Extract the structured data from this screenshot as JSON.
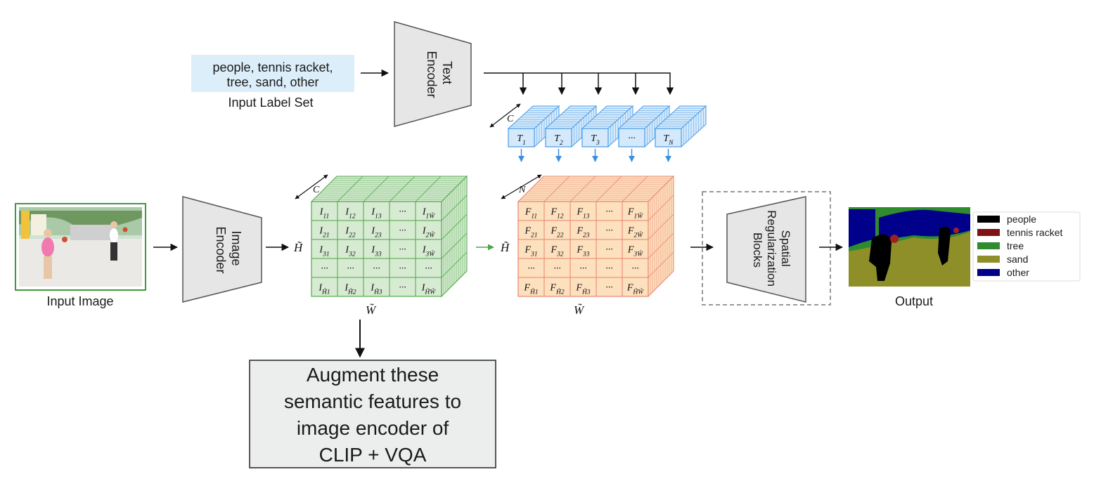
{
  "input_label_set": {
    "lines": [
      "people, tennis racket,",
      "tree, sand, other"
    ],
    "caption": "Input Label Set"
  },
  "text_encoder": {
    "lines": [
      "Text",
      "Encoder"
    ]
  },
  "image_encoder": {
    "lines": [
      "Image",
      "Encoder"
    ]
  },
  "input_image": {
    "caption": "Input Image"
  },
  "text_embeddings": {
    "dim_label": "C",
    "tokens": [
      {
        "base": "T",
        "sub": "1"
      },
      {
        "base": "T",
        "sub": "2"
      },
      {
        "base": "T",
        "sub": "3"
      },
      {
        "base": "···",
        "sub": ""
      },
      {
        "base": "T",
        "sub": "N"
      }
    ]
  },
  "image_features": {
    "depth_label": "C",
    "height_label": "H̃",
    "width_label": "W̃",
    "rows": [
      [
        {
          "b": "I",
          "s": "11"
        },
        {
          "b": "I",
          "s": "12"
        },
        {
          "b": "I",
          "s": "13"
        },
        {
          "b": "···",
          "s": ""
        },
        {
          "b": "I",
          "s": "1W̃"
        }
      ],
      [
        {
          "b": "I",
          "s": "21"
        },
        {
          "b": "I",
          "s": "22"
        },
        {
          "b": "I",
          "s": "23"
        },
        {
          "b": "···",
          "s": ""
        },
        {
          "b": "I",
          "s": "2W̃"
        }
      ],
      [
        {
          "b": "I",
          "s": "31"
        },
        {
          "b": "I",
          "s": "32"
        },
        {
          "b": "I",
          "s": "33"
        },
        {
          "b": "···",
          "s": ""
        },
        {
          "b": "I",
          "s": "3W̃"
        }
      ],
      [
        {
          "b": "···",
          "s": ""
        },
        {
          "b": "···",
          "s": ""
        },
        {
          "b": "···",
          "s": ""
        },
        {
          "b": "···",
          "s": ""
        },
        {
          "b": "···",
          "s": ""
        }
      ],
      [
        {
          "b": "I",
          "s": "H̃1"
        },
        {
          "b": "I",
          "s": "H̃2"
        },
        {
          "b": "I",
          "s": "H̃3"
        },
        {
          "b": "···",
          "s": ""
        },
        {
          "b": "I",
          "s": "H̃W̃"
        }
      ]
    ]
  },
  "fused_features": {
    "depth_label": "N",
    "height_label": "H̃",
    "width_label": "W̃",
    "rows": [
      [
        {
          "b": "F",
          "s": "11"
        },
        {
          "b": "F",
          "s": "12"
        },
        {
          "b": "F",
          "s": "13"
        },
        {
          "b": "···",
          "s": ""
        },
        {
          "b": "F",
          "s": "1W̃"
        }
      ],
      [
        {
          "b": "F",
          "s": "21"
        },
        {
          "b": "F",
          "s": "22"
        },
        {
          "b": "F",
          "s": "23"
        },
        {
          "b": "···",
          "s": ""
        },
        {
          "b": "F",
          "s": "2W̃"
        }
      ],
      [
        {
          "b": "F",
          "s": "31"
        },
        {
          "b": "F",
          "s": "32"
        },
        {
          "b": "F",
          "s": "33"
        },
        {
          "b": "···",
          "s": ""
        },
        {
          "b": "F",
          "s": "3W̃"
        }
      ],
      [
        {
          "b": "···",
          "s": ""
        },
        {
          "b": "···",
          "s": ""
        },
        {
          "b": "···",
          "s": ""
        },
        {
          "b": "···",
          "s": ""
        },
        {
          "b": "···",
          "s": ""
        }
      ],
      [
        {
          "b": "F",
          "s": "H̃1"
        },
        {
          "b": "F",
          "s": "H̃2"
        },
        {
          "b": "F",
          "s": "H̃3"
        },
        {
          "b": "···",
          "s": ""
        },
        {
          "b": "F",
          "s": "H̃W̃"
        }
      ]
    ]
  },
  "spatial_block": {
    "lines": [
      "Spatial",
      "Regularization",
      "Blocks"
    ]
  },
  "output": {
    "caption": "Output"
  },
  "legend": [
    {
      "label": "people",
      "color": "#000000"
    },
    {
      "label": "tennis racket",
      "color": "#7f1212"
    },
    {
      "label": "tree",
      "color": "#2e8b2e"
    },
    {
      "label": "sand",
      "color": "#8f8f2a"
    },
    {
      "label": "other",
      "color": "#00008b"
    }
  ],
  "augment_box": {
    "lines": [
      "Augment these",
      "semantic features to",
      "image encoder of",
      "CLIP + VQA"
    ]
  },
  "colors": {
    "label_bg": "#dceefa",
    "encoder_fill": "#e6e6e6",
    "image_grid_fill": "#d6ebd1",
    "image_grid_stroke": "#4fa64a",
    "fused_grid_fill": "#fde0bd",
    "fused_grid_stroke": "#e8836f",
    "token_fill": "#d4e9fb",
    "token_stroke": "#4a9be6",
    "blue_arrow": "#3a8fe0",
    "green_arrow": "#4fa64a",
    "augment_fill": "#eceeee"
  }
}
